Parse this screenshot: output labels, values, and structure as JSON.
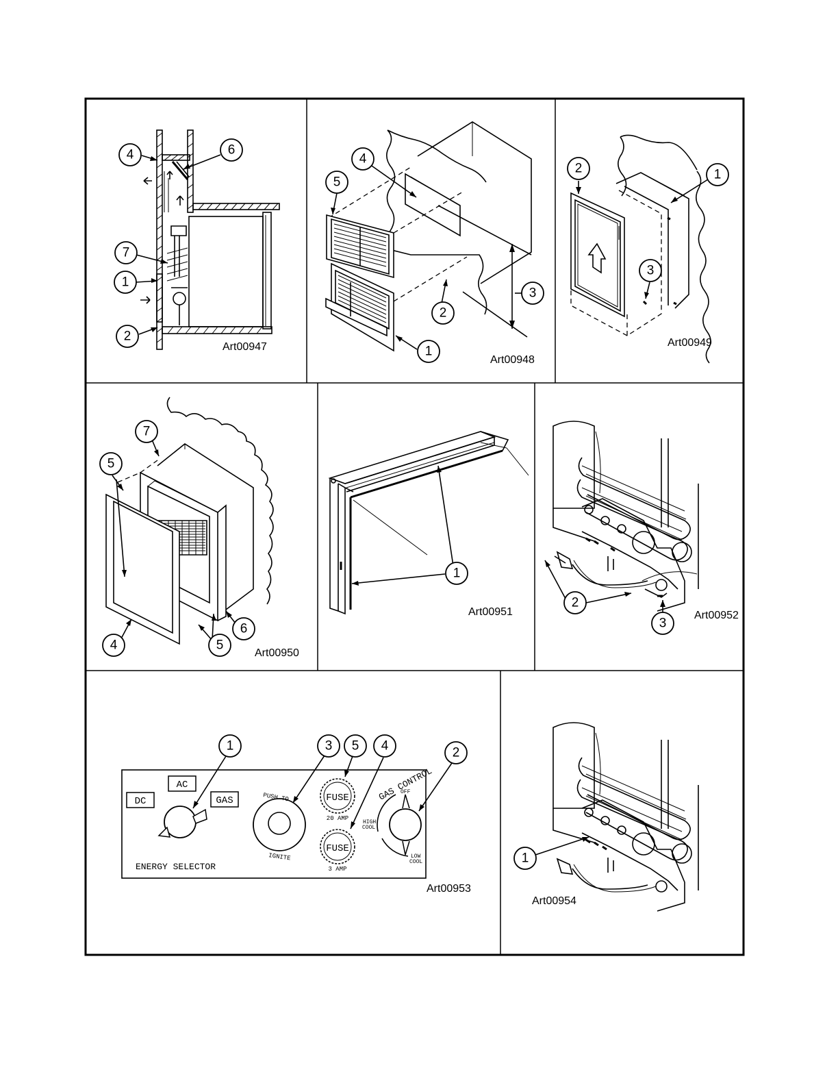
{
  "art_labels": {
    "p1": "Art00947",
    "p2": "Art00948",
    "p3": "Art00949",
    "p4": "Art00950",
    "p5": "Art00951",
    "p6": "Art00952",
    "p7": "Art00953",
    "p8": "Art00954"
  },
  "callouts": {
    "p1": [
      "4",
      "6",
      "7",
      "1",
      "2"
    ],
    "p2": [
      "4",
      "5",
      "3",
      "2",
      "1"
    ],
    "p3": [
      "2",
      "1",
      "3"
    ],
    "p4": [
      "7",
      "5",
      "6",
      "5",
      "4"
    ],
    "p5": [
      "1"
    ],
    "p6": [
      "2",
      "3"
    ],
    "p7": [
      "1",
      "3",
      "5",
      "4",
      "2"
    ],
    "p8": [
      "1"
    ]
  },
  "control_panel": {
    "ac": "AC",
    "dc": "DC",
    "gas": "GAS",
    "energy_selector": "ENERGY SELECTOR",
    "push_to": "PUSH TO",
    "ignite": "IGNITE",
    "fuse": "FUSE",
    "fuse_top_rating": "20 AMP",
    "fuse_bottom_rating": "3 AMP",
    "gas_control": "GAS CONTROL",
    "off": "OFF",
    "high": "HIGH",
    "cool_high": "COOL",
    "low": "LOW",
    "cool_low": "COOL"
  }
}
